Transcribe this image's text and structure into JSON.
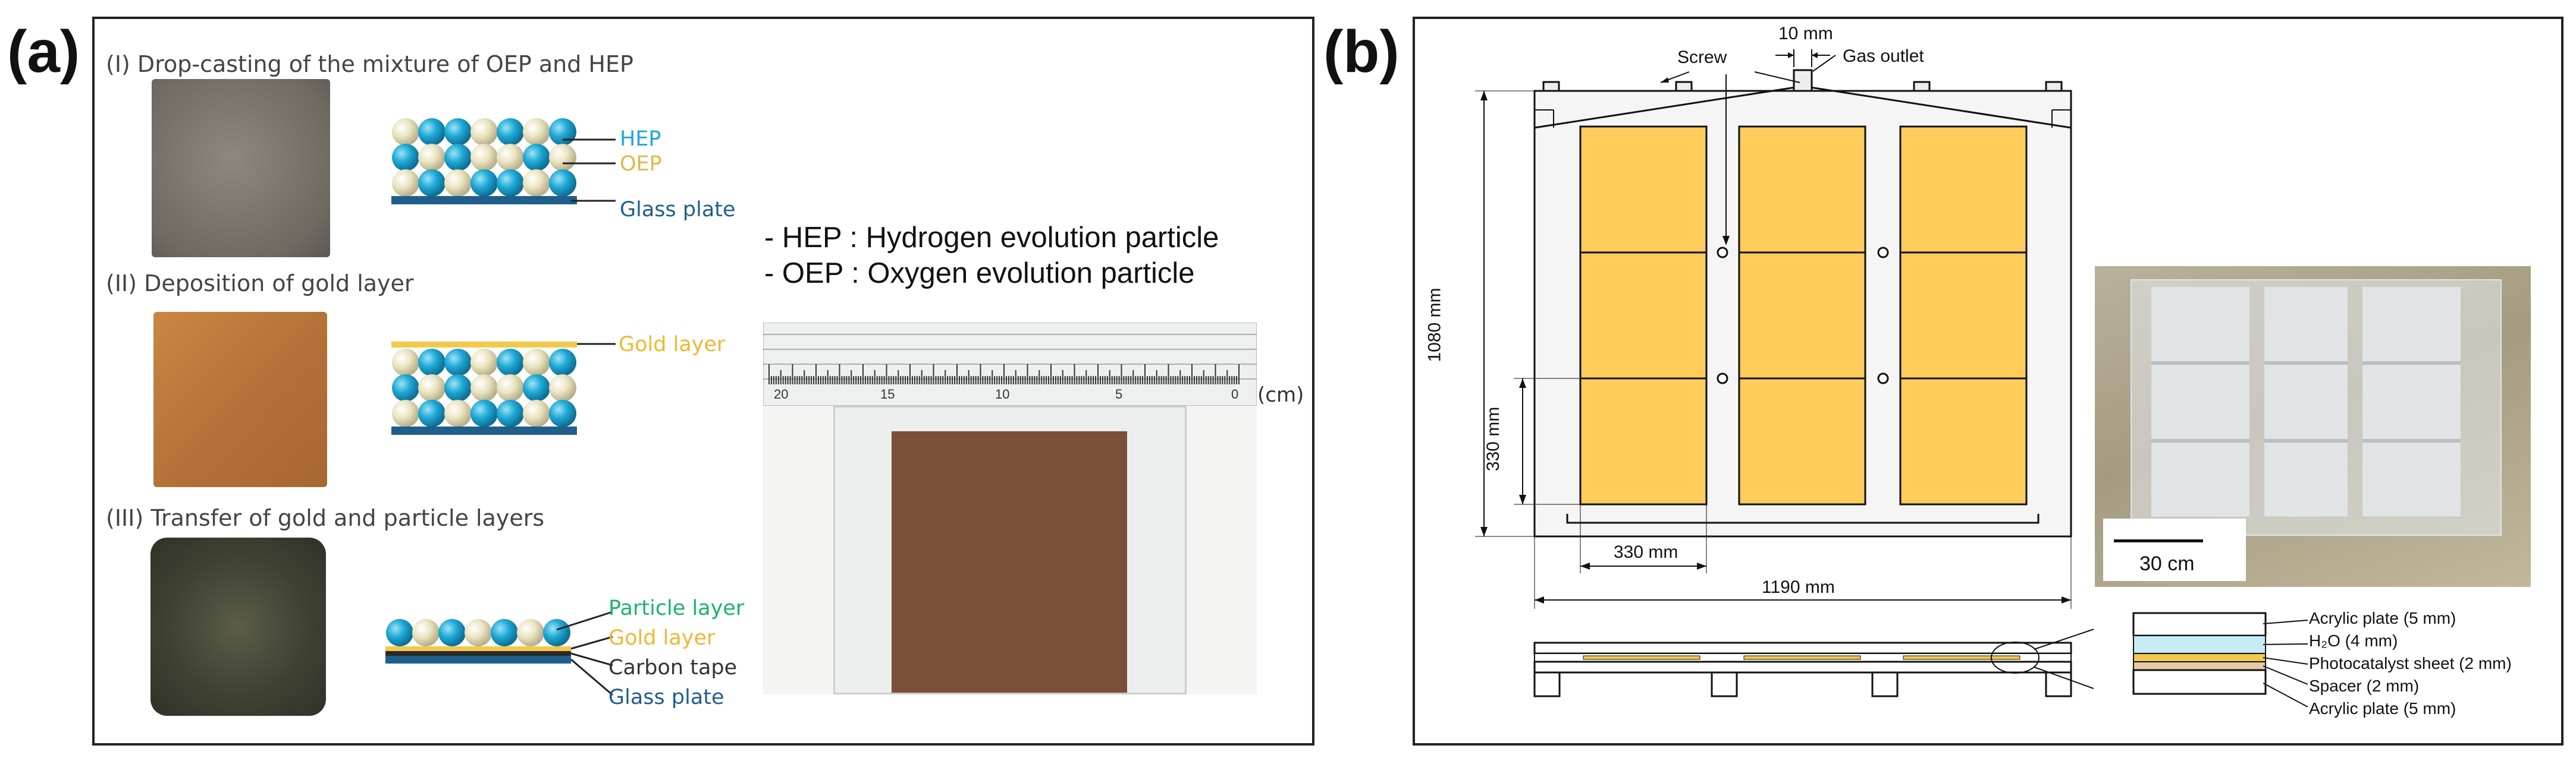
{
  "panel_a": {
    "letter": "(a)",
    "steps": [
      "(I) Drop-casting of the mixture of OEP and HEP",
      "(II) Deposition of gold layer",
      "(III) Transfer of gold and particle layers"
    ],
    "labels_step1": [
      "HEP",
      "OEP",
      "Glass plate"
    ],
    "labels_step2": [
      "Gold layer"
    ],
    "labels_step3": [
      "Particle layer",
      "Gold layer",
      "Carbon tape",
      "Glass plate"
    ],
    "definitions": [
      "-   HEP : Hydrogen evolution particle",
      "-   OEP : Oxygen evolution particle"
    ],
    "ruler_unit": "(cm)",
    "ruler_ticks": [
      "20",
      "15",
      "10",
      "5",
      "0"
    ]
  },
  "panel_b": {
    "letter": "(b)",
    "labels": {
      "screw": "Screw",
      "ten_mm": "10 mm",
      "gas_outlet": "Gas outlet",
      "height": "1080 mm",
      "tile_height": "330 mm",
      "tile_width": "330 mm",
      "width": "1190 mm"
    },
    "scale_bar": "30 cm",
    "layers": [
      "Acrylic plate (5 mm)",
      "H₂O (4 mm)",
      "Photocatalyst sheet (2 mm)",
      "Spacer (2 mm)",
      "Acrylic plate (5 mm)"
    ]
  },
  "colors": {
    "hep": "#1ea9d6",
    "oep": "#e9e2bd",
    "glass": "#1f5f8b",
    "gold": "#f2c94c",
    "particle_label": "#19b56a",
    "panel_tile": "#ffcc5c"
  }
}
